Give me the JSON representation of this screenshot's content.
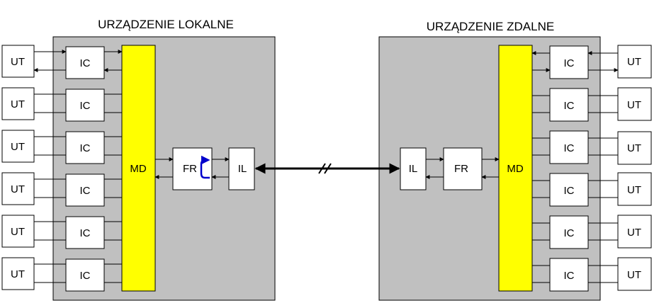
{
  "local": {
    "title": "URZĄDZENIE LOKALNE",
    "ut_label": "UT",
    "ic_label": "IC",
    "md_label": "MD",
    "fr_label": "FR",
    "il_label": "IL"
  },
  "remote": {
    "title": "URZĄDZENIE ZDALNE",
    "ut_label": "UT",
    "ic_label": "IC",
    "md_label": "MD",
    "fr_label": "FR",
    "il_label": "IL"
  },
  "colors": {
    "panel": "#c0c0c0",
    "md": "#ffff00",
    "loop_arrow": "#0000cc"
  }
}
